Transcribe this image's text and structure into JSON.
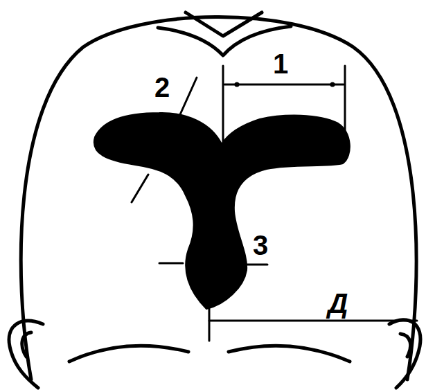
{
  "diagram": {
    "labels": [
      "1",
      "2",
      "3",
      "Д"
    ]
  }
}
